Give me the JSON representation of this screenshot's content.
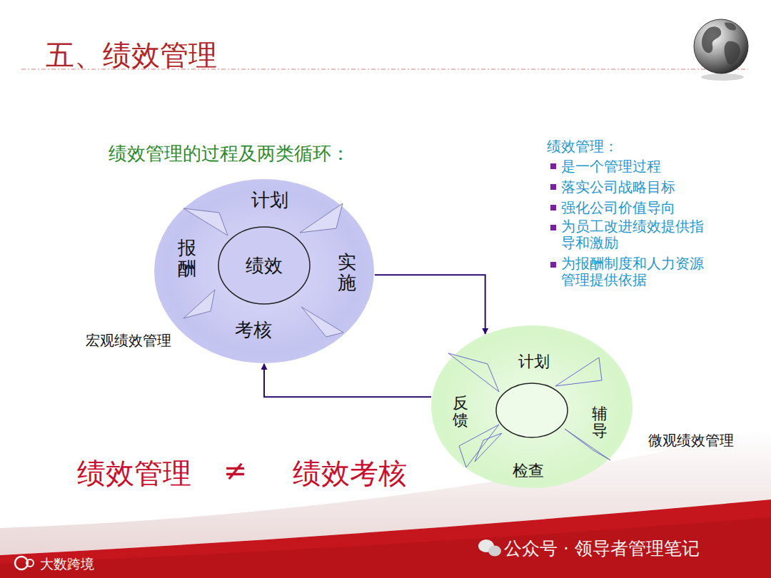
{
  "diagram": {
    "title": "五、绩效管理",
    "nodes": [
      {
        "text": [
          "计划",
          "报酬",
          "实施",
          "考核",
          "宏观绩效管理"
        ]
      },
      {
        "text": [
          "绩效"
        ],
        "in": 0
      },
      {
        "text": [
          "计划",
          "反馈",
          "辅导",
          "检查",
          "微观绩效管理"
        ]
      }
    ],
    "edges": [
      {
        "from": 0,
        "to": 2,
        "arrow": "to"
      },
      {
        "from": 2,
        "to": 0,
        "arrow": "to"
      }
    ],
    "labels": [
      "绩效管理的过程及两类循环：",
      "绩效管理：",
      "是一个管理过程",
      "落实公司战略目标",
      "强化公司价值导向",
      "为员工改进绩效提供指导和激励",
      "为报酬制度和人力资源管理提供依据",
      "绩效管理",
      "≠",
      "绩效考核",
      "公众号 · 领导者管理笔记",
      "大数跨境"
    ]
  }
}
